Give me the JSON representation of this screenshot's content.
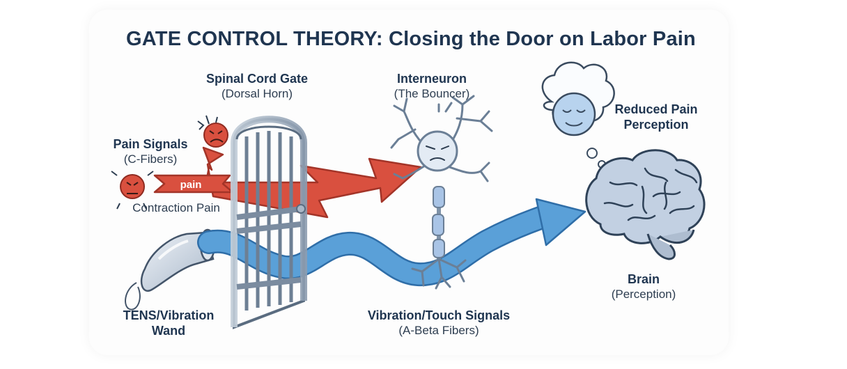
{
  "title": "GATE CONTROL THEORY: Closing the Door on Labor Pain",
  "labels": {
    "spinal_gate": {
      "title": "Spinal Cord Gate",
      "sub": "(Dorsal Horn)"
    },
    "interneuron": {
      "title": "Interneuron",
      "sub": "(The Bouncer)"
    },
    "reduced_pain": {
      "line1": "Reduced Pain",
      "line2": "Perception"
    },
    "pain_signals": {
      "title": "Pain Signals",
      "sub": "(C-Fibers)"
    },
    "contraction_pain": "Contraction Pain",
    "pain_tag": "pain",
    "brain": {
      "title": "Brain",
      "sub": "(Perception)"
    },
    "tens": {
      "line1": "TENS/Vibration",
      "line2": "Wand"
    },
    "vibration": {
      "title": "Vibration/Touch Signals",
      "sub": "(A-Beta Fibers)"
    }
  },
  "colors": {
    "title": "#1f3550",
    "pain_red": "#d9503f",
    "touch_blue": "#5aa0d8",
    "gate_gray": "#8d9db0",
    "brain_blue": "#b8c8dc"
  }
}
